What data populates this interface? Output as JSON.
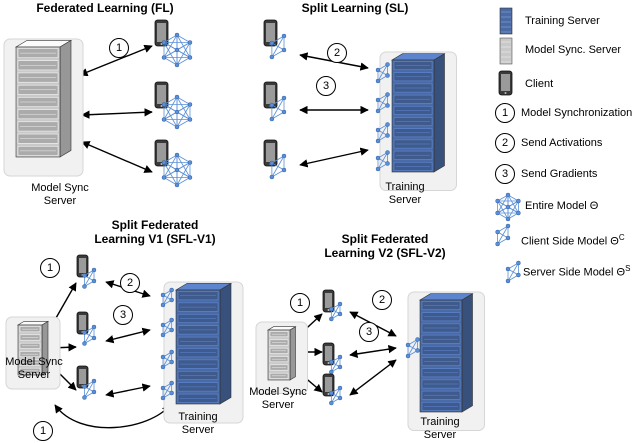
{
  "panels": {
    "fl": {
      "title": "Federated Learning (FL)",
      "server_label": "Model Sync\nServer",
      "steps": [
        "1"
      ]
    },
    "sl": {
      "title": "Split Learning (SL)",
      "server_label": "Training\nServer",
      "steps": [
        "2",
        "3"
      ]
    },
    "sfl_v1": {
      "title": "Split Federated\nLearning V1 (SFL-V1)",
      "sync_label": "Model Sync\nServer",
      "train_label": "Training\nServer",
      "steps": [
        "1",
        "2",
        "3",
        "1"
      ]
    },
    "sfl_v2": {
      "title": "Split Federated\nLearning V2 (SFL-V2)",
      "sync_label": "Model Sync\nServer",
      "train_label": "Training\nServer",
      "steps": [
        "1",
        "2",
        "3"
      ]
    }
  },
  "legend": {
    "items": [
      {
        "icon": "training-server-icon",
        "label": "Training Server"
      },
      {
        "icon": "model-sync-server-icon",
        "label": "Model Sync. Server"
      },
      {
        "icon": "client-phone-icon",
        "label": "Client"
      },
      {
        "icon": "step-1-icon",
        "num": "1",
        "label": "Model Synchronization"
      },
      {
        "icon": "step-2-icon",
        "num": "2",
        "label": "Send Activations"
      },
      {
        "icon": "step-3-icon",
        "num": "3",
        "label": "Send Gradients"
      },
      {
        "icon": "entire-model-icon",
        "label": "Entire Model Θ"
      },
      {
        "icon": "client-side-model-icon",
        "label": "Client Side Model Θ",
        "sup": "C"
      },
      {
        "icon": "server-side-model-icon",
        "label": "Server Side Model Θ",
        "sup": "S"
      }
    ]
  },
  "colors": {
    "network": "#5b8fd6",
    "training_server": "#4a6aa5",
    "sync_server": "#c9c9c9",
    "phone": "#555555",
    "arrow": "#000000"
  }
}
